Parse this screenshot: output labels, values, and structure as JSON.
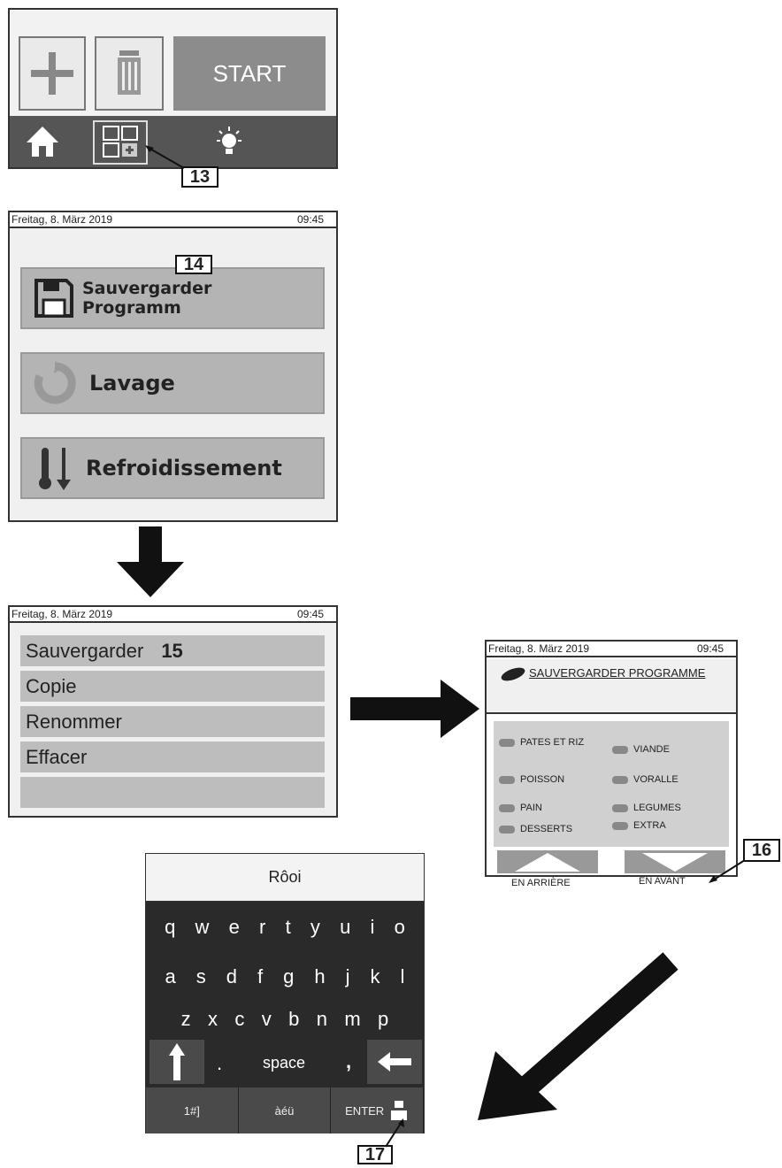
{
  "panel1": {
    "start_label": "START",
    "callout": "13",
    "icons": [
      "plus-icon",
      "trash-icon",
      "home-icon",
      "grid-add-icon",
      "light-icon"
    ]
  },
  "panel2": {
    "date": "Freitag, 8. März 2019",
    "time": "09:45",
    "callout": "14",
    "buttons": [
      "Sauvergarder Programm",
      "Lavage",
      "Refroidissement"
    ],
    "save_line1": "Sauvergarder",
    "save_line2": "Programm"
  },
  "panel3": {
    "date": "Freitag, 8. März 2019",
    "time": "09:45",
    "callout": "15",
    "items": [
      "Sauvergarder",
      "Copie",
      "Renommer",
      "Effacer",
      ""
    ]
  },
  "panel4": {
    "date": "Freitag, 8. März 2019",
    "time": "09:45",
    "title": "SAUVERGARDER PROGRAMME",
    "callout": "16",
    "categories": [
      "PATES ET RIZ",
      "VIANDE",
      "POISSON",
      "VORALLE",
      "PAIN",
      "LEGUMES",
      "DESSERTS",
      "EXTRA"
    ],
    "back": "EN ARRIÈRE",
    "forward": "EN AVANT"
  },
  "keyboard": {
    "value": "Rôoi",
    "row1": [
      "q",
      "w",
      "e",
      "r",
      "t",
      "y",
      "u",
      "i",
      "o"
    ],
    "row2": [
      "a",
      "s",
      "d",
      "f",
      "g",
      "h",
      "j",
      "k",
      "l"
    ],
    "row3": [
      "z",
      "x",
      "c",
      "v",
      "b",
      "n",
      "m",
      "p"
    ],
    "dot": ".",
    "space": "space",
    "comma": ",",
    "sym": "1#]",
    "accent": "àéü",
    "enter": "ENTER",
    "callout": "17"
  },
  "colors": {
    "button_grey": "#b4b4b4",
    "bar_dark": "#555555",
    "keyboard_bg": "#2a2a2a"
  }
}
